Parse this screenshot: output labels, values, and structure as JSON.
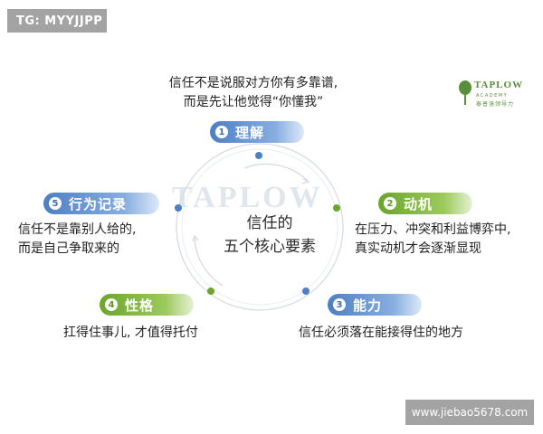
{
  "watermarks": {
    "top_left": "TG: MYYJJPP",
    "bottom_right": "www.jiebao5678.com"
  },
  "logo": {
    "brand": "TAPLOW",
    "sub": "ACADEMY",
    "cn": "泰普洛领导力"
  },
  "background_watermark": {
    "brand": "TAPLOW"
  },
  "center": {
    "line1": "信任的",
    "line2": "五个核心要素"
  },
  "elements": [
    {
      "num": "1",
      "label": "理解",
      "color": "blue",
      "desc": [
        "信任不是说服对方你有多靠谱,",
        "而是先让他觉得“你懂我”"
      ]
    },
    {
      "num": "2",
      "label": "动机",
      "color": "green",
      "desc": [
        "在压力、冲突和利益博弈中,",
        "真实动机才会逐渐显现"
      ]
    },
    {
      "num": "3",
      "label": "能力",
      "color": "blue",
      "desc": [
        "信任必须落在能接得住的地方"
      ]
    },
    {
      "num": "4",
      "label": "性格",
      "color": "green",
      "desc": [
        "扛得住事儿, 才值得托付"
      ]
    },
    {
      "num": "5",
      "label": "行为记录",
      "color": "blue",
      "desc": [
        "信任不是靠别人给的,",
        "而是自己争取来的"
      ]
    }
  ],
  "colors": {
    "blue": "#4d7fc4",
    "green": "#6aa62c"
  }
}
